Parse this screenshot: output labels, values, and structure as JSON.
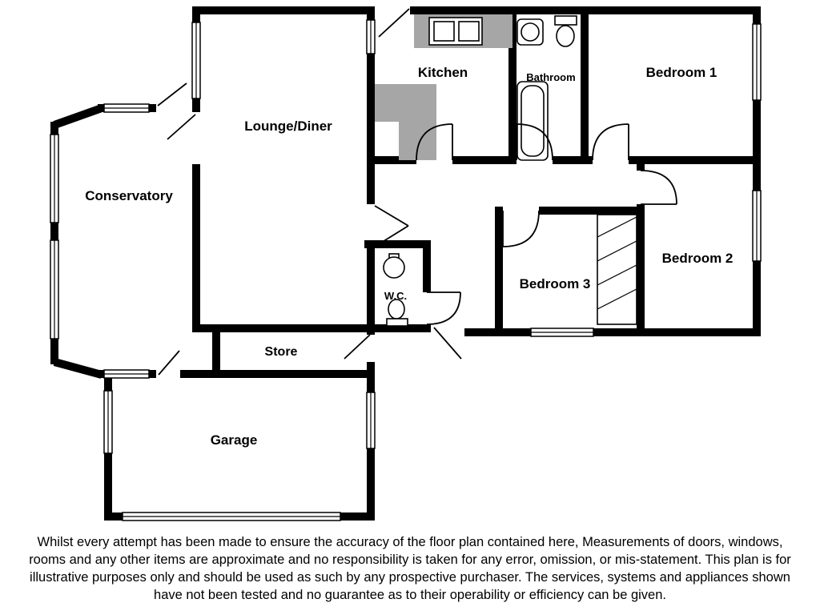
{
  "floorplan": {
    "rooms": {
      "lounge_diner": "Lounge/Diner",
      "kitchen": "Kitchen",
      "bathroom": "Bathroom",
      "bedroom_1": "Bedroom 1",
      "conservatory": "Conservatory",
      "bedroom_2": "Bedroom 2",
      "bedroom_3": "Bedroom 3",
      "wc": "W.C.",
      "store": "Store",
      "garage": "Garage"
    },
    "colors": {
      "wall": "#000000",
      "counter": "#a6a6a6",
      "background": "#ffffff"
    }
  },
  "disclaimer": {
    "lines": [
      "Whilst every attempt has been made to ensure the accuracy of the floor plan contained here, Measurements of doors, windows,",
      "rooms and any other items are approximate and no responsibility is taken for any error, omission, or mis-statement. This plan is for",
      "illustrative purposes only and should be used as such by any prospective purchaser. The services, systems and appliances shown",
      "have not been tested and no guarantee as to their operability or efficiency can be given."
    ]
  }
}
